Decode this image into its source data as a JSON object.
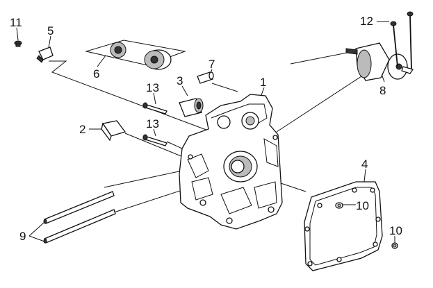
{
  "callouts": [
    {
      "id": "p11",
      "text": "11"
    },
    {
      "id": "p5",
      "text": "5"
    },
    {
      "id": "p6",
      "text": "6"
    },
    {
      "id": "p7",
      "text": "7"
    },
    {
      "id": "p3",
      "text": "3"
    },
    {
      "id": "p1",
      "text": "1"
    },
    {
      "id": "p13a",
      "text": "13"
    },
    {
      "id": "p2",
      "text": "2"
    },
    {
      "id": "p13b",
      "text": "13"
    },
    {
      "id": "p12",
      "text": "12"
    },
    {
      "id": "p8",
      "text": "8"
    },
    {
      "id": "p4",
      "text": "4"
    },
    {
      "id": "p10a",
      "text": "10"
    },
    {
      "id": "p10b",
      "text": "10"
    },
    {
      "id": "p9",
      "text": "9"
    }
  ]
}
